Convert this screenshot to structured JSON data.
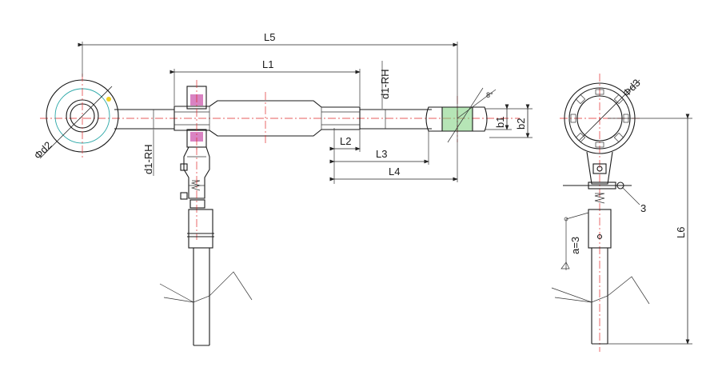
{
  "labels": {
    "L5": "L5",
    "L1": "L1",
    "L2": "L2",
    "L3": "L3",
    "L4": "L4",
    "L6": "L6",
    "d1_rh_top": "d1-RH",
    "d1_rh_bottom": "d1-RH",
    "d2": "Φd2",
    "d3": "Φd3",
    "b1": "b1",
    "b2": "b2",
    "weld": "a=3",
    "item3": "3",
    "angle": "8°"
  },
  "colors": {
    "centerline": "#e0282a",
    "hatch": "#2aa7a7",
    "nut": "#c0309a",
    "ball_fill": "#7ad07a"
  }
}
